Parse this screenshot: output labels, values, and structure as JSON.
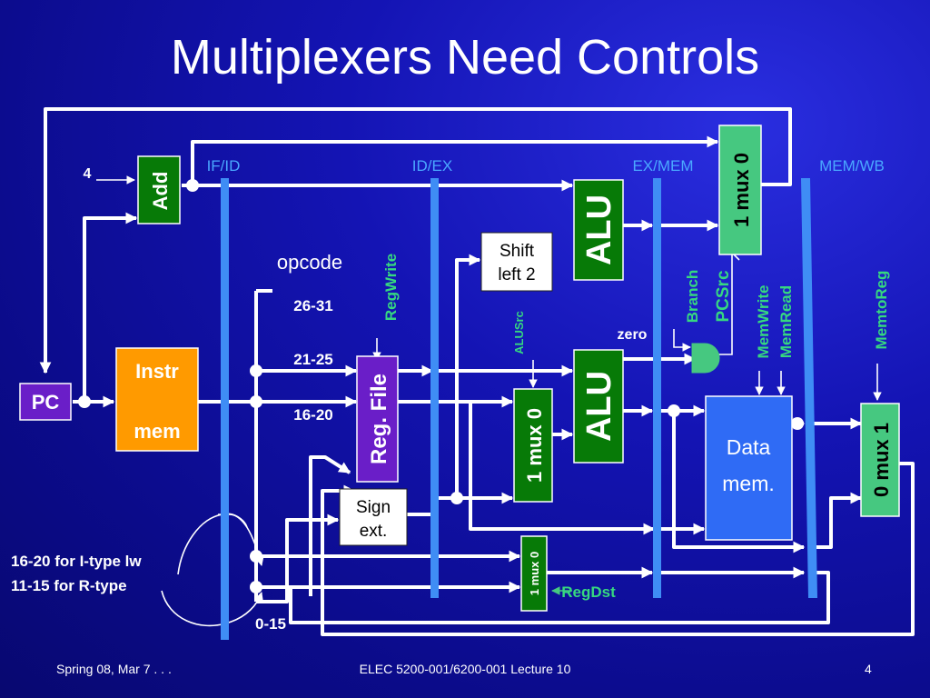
{
  "slide": {
    "title": "Multiplexers Need Controls",
    "footer_left": "Spring 08, Mar 7 . . .",
    "footer_center": "ELEC 5200-001/6200-001 Lecture 10",
    "page_number": "4"
  },
  "colors": {
    "background": "#0f10a8",
    "wire": "#ffffff",
    "pipeline_register": "#3f8df5",
    "dark_green": "#077a07",
    "light_green": "#46c880",
    "control_text": "#36d880",
    "register_label": "#4aa8ff",
    "pc_box": "#6a1ec8",
    "instr_mem": "#ff9a00",
    "data_mem": "#2f6bf5",
    "reg_file": "#6a1ec8"
  },
  "blocks": {
    "pc": "PC",
    "add": "Add",
    "instr_mem_1": "Instr",
    "instr_mem_2": "mem",
    "reg_file": "Reg. File",
    "sign_ext_1": "Sign",
    "sign_ext_2": "ext.",
    "shift_1": "Shift",
    "shift_2": "left 2",
    "alu_top": "ALU",
    "alu_bottom": "ALU",
    "data_mem_1": "Data",
    "data_mem_2": "mem.",
    "mux_pcsrc": "1 mux 0",
    "mux_alusrc": "1 mux 0",
    "mux_regdst": "1 mux 0",
    "mux_memtoreg": "0 mux 1"
  },
  "pipeline_registers": [
    "IF/ID",
    "ID/EX",
    "EX/MEM",
    "MEM/WB"
  ],
  "labels": {
    "four": "4",
    "opcode": "opcode",
    "bits_26_31": "26-31",
    "bits_21_25": "21-25",
    "bits_16_20": "16-20",
    "bits_0_15": "0-15",
    "itype_note": "16-20 for I-type lw",
    "rtype_note": "11-15 for R-type",
    "zero": "zero"
  },
  "control_signals": {
    "regwrite": "RegWrite",
    "alusrc": "ALUSrc",
    "branch": "Branch",
    "pcsrc": "PCSrc",
    "memwrite": "MemWrite",
    "memread": "MemRead",
    "memtoreg": "MemtoReg",
    "regdst": "RegDst"
  }
}
